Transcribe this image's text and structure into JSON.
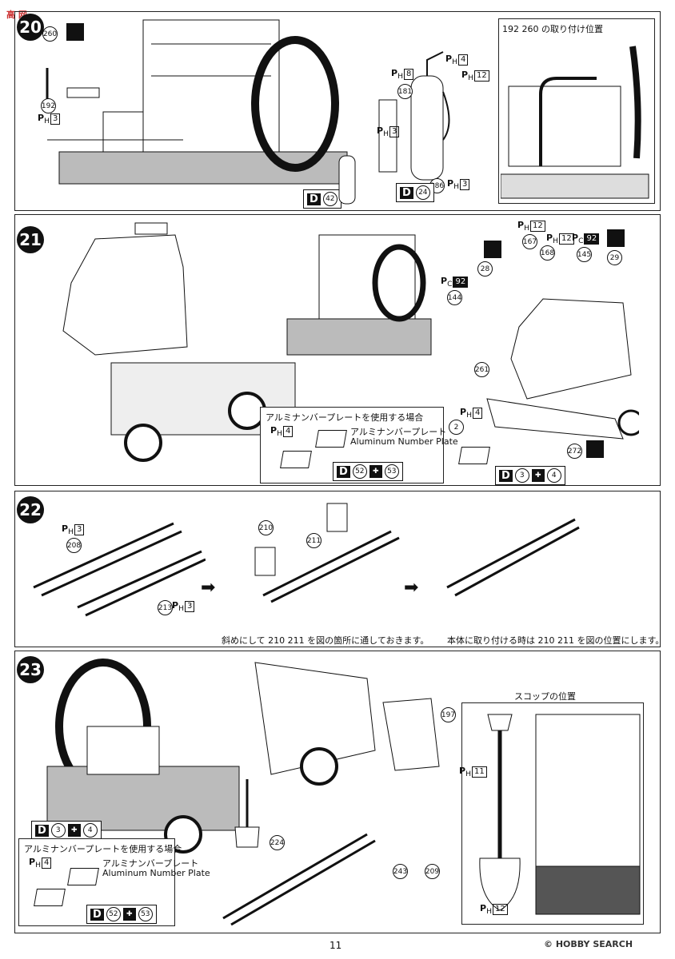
{
  "page_number": "11",
  "watermark_top": "高 网",
  "watermark_bottom": "© HOBBY SEARCH",
  "steps": [
    {
      "num": "20",
      "caption": "192 260 の取り付け位置"
    },
    {
      "num": "21",
      "callout_title": "アルミナンバープレートを使用する場合",
      "callout_jp": "アルミナンバープレート",
      "callout_en": "Aluminum Number Plate"
    },
    {
      "num": "22",
      "caption_left": "斜めにして 210 211 を図の箇所に通しておきます。",
      "caption_right": "本体に取り付ける時は 210 211 を図の位置にします。"
    },
    {
      "num": "23",
      "caption": "スコップの位置",
      "callout_title": "アルミナンバープレートを使用する場合",
      "callout_jp": "アルミナンバープレート",
      "callout_en": "Aluminum Number Plate"
    }
  ],
  "parts": {
    "p260": "260",
    "p192": "192",
    "p181": "181",
    "p186": "186",
    "p28": "28",
    "p144": "144",
    "p167": "167",
    "p168": "168",
    "p145": "145",
    "p29": "29",
    "p261": "261",
    "p2": "2",
    "p272": "272",
    "p208": "208",
    "p213": "213",
    "p210": "210",
    "p211": "211",
    "p197": "197",
    "p224": "224",
    "p243": "243",
    "p209": "209"
  },
  "tags": {
    "ph3": "3",
    "ph8": "8",
    "ph4": "4",
    "ph12": "12",
    "ph11": "11",
    "pc92": "92"
  },
  "decals": {
    "d42": "42",
    "d24": "24",
    "d52": "52",
    "d53": "53",
    "d3": "3",
    "d4": "4"
  }
}
